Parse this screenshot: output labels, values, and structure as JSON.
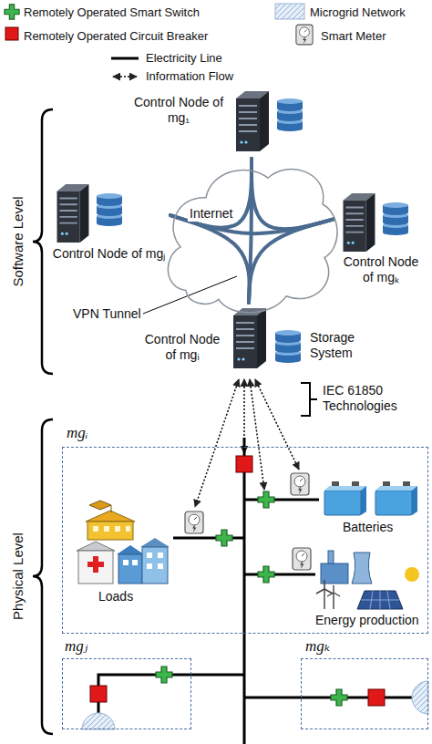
{
  "diagram": {
    "nodes": [
      {
        "text": [
          "Control Node of mg₁"
        ]
      },
      {
        "text": [
          "Internet"
        ]
      },
      {
        "text": [
          "Control Node of mgⱼ"
        ]
      },
      {
        "text": [
          "Control Node of mgₖ"
        ]
      },
      {
        "text": [
          "Control Node of mgᵢ"
        ]
      },
      {
        "text": [
          "mgᵢ"
        ]
      },
      {
        "text": [
          "mgⱼ"
        ]
      },
      {
        "text": [
          "mgₖ"
        ]
      }
    ],
    "edges": [
      {
        "from": 0,
        "to": 2,
        "arrow": "none"
      },
      {
        "from": 0,
        "to": 3,
        "arrow": "none"
      },
      {
        "from": 0,
        "to": 4,
        "arrow": "none"
      },
      {
        "from": 2,
        "to": 3,
        "arrow": "none"
      },
      {
        "from": 2,
        "to": 4,
        "arrow": "none"
      },
      {
        "from": 3,
        "to": 4,
        "arrow": "none"
      }
    ],
    "labels": [
      "Software Level",
      "Physical Level",
      "VPN Tunnel",
      "Storage System",
      "IEC 61850 Technologies",
      "Loads",
      "Batteries",
      "Energy production"
    ],
    "legend": [
      {
        "text": "Remotely Operated Smart Switch"
      },
      {
        "text": "Microgrid Network"
      },
      {
        "text": "Remotely Operated Circuit Breaker"
      },
      {
        "text": "Smart Meter"
      },
      {
        "text": "Electricity Line"
      },
      {
        "text": "Information Flow"
      }
    ]
  }
}
